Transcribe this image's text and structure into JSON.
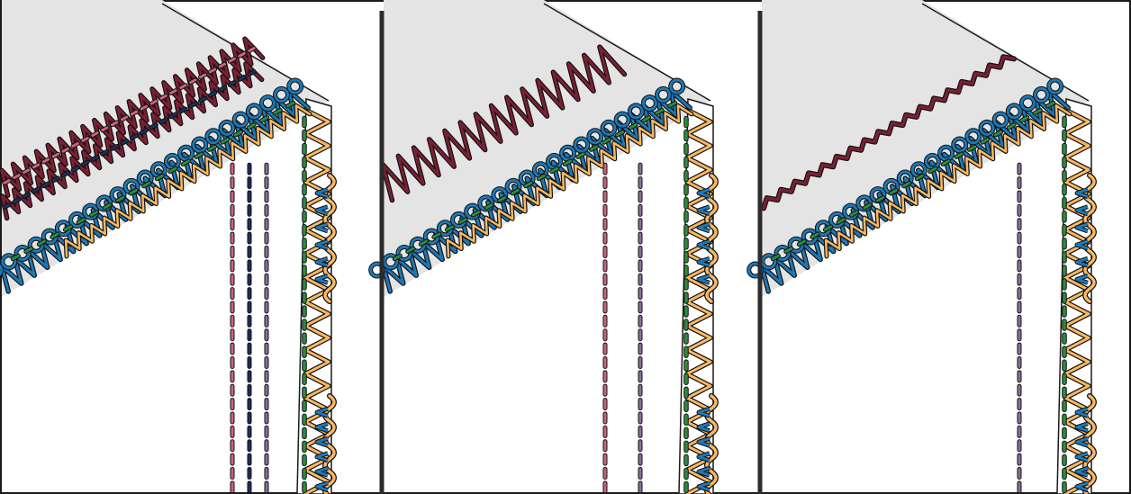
{
  "figure": {
    "panels": [
      {
        "id": "panel-1",
        "top_seam": "double-cover-coverstitch",
        "hem_rows": [
          "pink",
          "navy",
          "purple"
        ]
      },
      {
        "id": "panel-2",
        "top_seam": "cover-coverstitch",
        "hem_rows": [
          "pink",
          "purple"
        ]
      },
      {
        "id": "panel-3",
        "top_seam": "chainstitch",
        "hem_rows": [
          "purple"
        ]
      }
    ],
    "colors": {
      "fabric": "#e4e4e4",
      "outline": "#1a1a1a",
      "divider": "#2b2b2b",
      "overlock_blue": "#1f78b4",
      "overlock_yellow": "#f9b862",
      "needle_green": "#2e8b3e",
      "thread_pink": "#c8647c",
      "thread_navy": "#1b2f5e",
      "thread_purple": "#8a6fa0",
      "thread_maroon": "#7a2032"
    }
  }
}
